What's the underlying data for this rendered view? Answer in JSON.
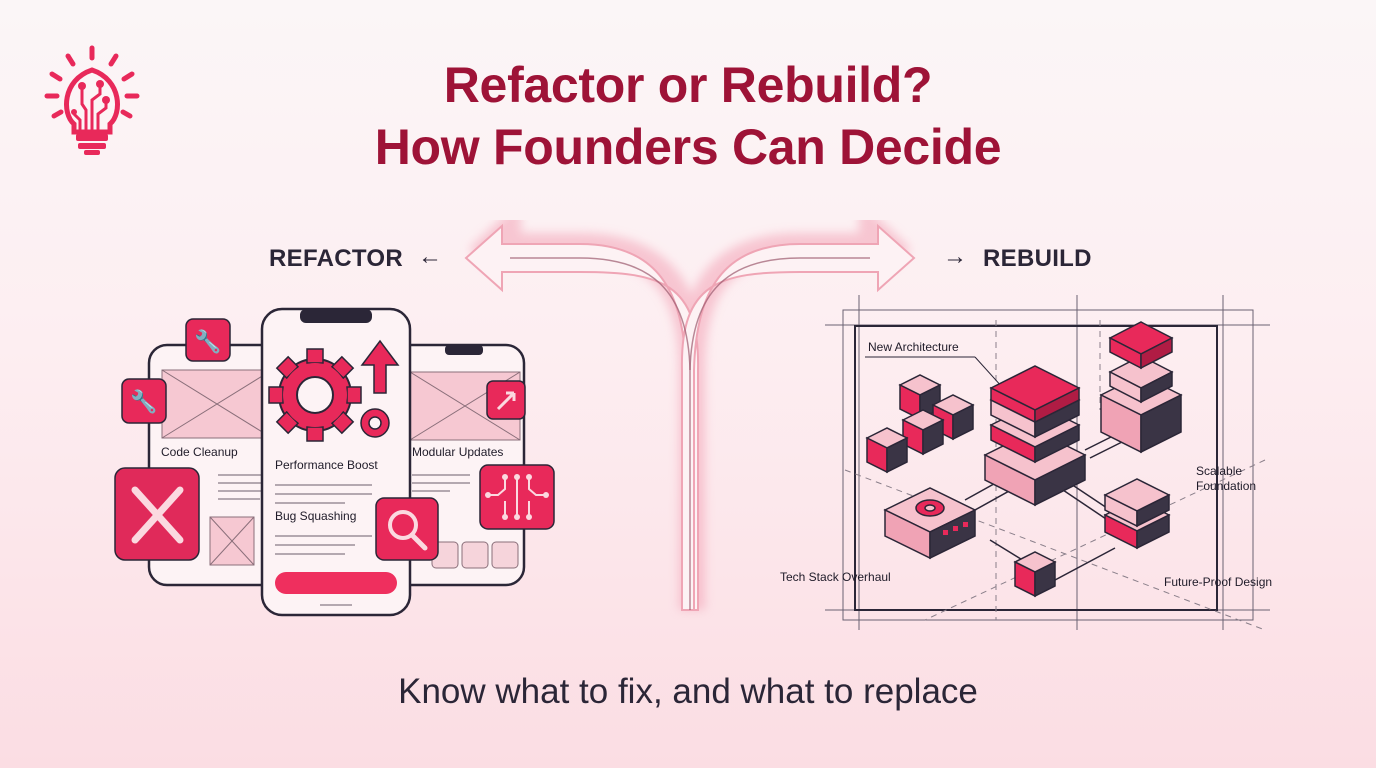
{
  "header": {
    "logo_icon": "lightbulb-circuit-icon",
    "title_line1": "Refactor or Rebuild?",
    "title_line2": "How Founders Can Decide"
  },
  "fork": {
    "left_label": "REFACTOR",
    "left_arrow": "←",
    "right_arrow": "→",
    "right_label": "REBUILD",
    "arrow_icon": "fork-double-arrow-icon"
  },
  "refactor_panel": {
    "labels": {
      "code_cleanup": "Code Cleanup",
      "performance_boost": "Performance Boost",
      "bug_squashing": "Bug Squashing",
      "modular_updates": "Modular Updates"
    },
    "icons": [
      "wrench-icon",
      "wrench-icon",
      "screwdriver-wrench-icon",
      "gear-icon",
      "up-arrow-icon",
      "magnifier-icon",
      "cursor-arrow-icon",
      "circuit-icon"
    ]
  },
  "rebuild_panel": {
    "labels": {
      "new_architecture": "New Architecture",
      "scalable_foundation_1": "Scalable",
      "scalable_foundation_2": "Foundation",
      "tech_stack_overhaul": "Tech Stack Overhaul",
      "future_proof_design": "Future-Proof Design"
    }
  },
  "footer": {
    "tagline": "Know what to fix, and what to replace"
  },
  "colors": {
    "title": "#9e1337",
    "accent": "#e8295a",
    "dark": "#2b2637",
    "light_pink": "#f6c2cd"
  }
}
